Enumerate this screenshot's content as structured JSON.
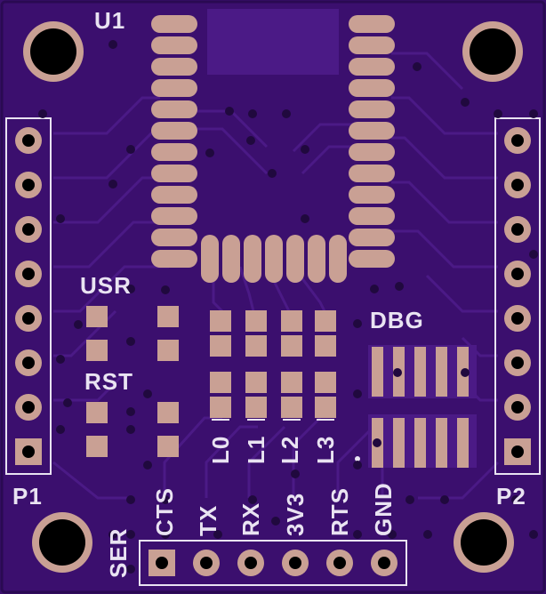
{
  "board": {
    "colors": {
      "substrate": "#3b0f6e",
      "trace": "#4b1a86",
      "pad": "#c9a094",
      "silkscreen": "#e9e3f2",
      "via": "#20093e"
    }
  },
  "labels": {
    "u1": "U1",
    "usr": "USR",
    "rst": "RST",
    "dbg": "DBG",
    "p1": "P1",
    "p2": "P2",
    "ser": "SER",
    "l0": "L0",
    "l1": "L1",
    "l2": "L2",
    "l3": "L3",
    "cts": "CTS",
    "tx": "TX",
    "rx": "RX",
    "v3": "3V3",
    "rts": "RTS",
    "gnd": "GND"
  }
}
